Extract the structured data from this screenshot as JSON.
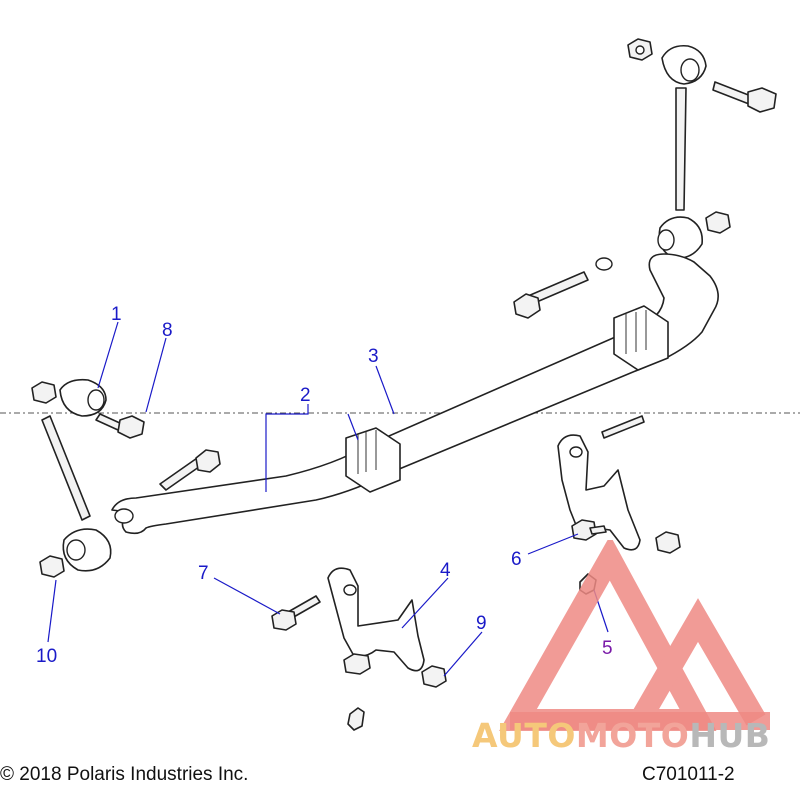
{
  "callouts": [
    {
      "id": "1",
      "label": "1"
    },
    {
      "id": "2",
      "label": "2"
    },
    {
      "id": "3",
      "label": "3"
    },
    {
      "id": "4",
      "label": "4"
    },
    {
      "id": "5",
      "label": "5"
    },
    {
      "id": "6",
      "label": "6"
    },
    {
      "id": "7",
      "label": "7"
    },
    {
      "id": "8",
      "label": "8"
    },
    {
      "id": "9",
      "label": "9"
    },
    {
      "id": "10",
      "label": "10"
    }
  ],
  "footer": {
    "copyright": "© 2018 Polaris Industries Inc.",
    "drawing_number": "C701011-2"
  },
  "watermark": {
    "brand_part1": "AUTO",
    "brand_part2": "MOTO",
    "brand_part3": "HUB",
    "colors": {
      "auto": "#f5c87a",
      "moto": "#f2a49a",
      "hub": "#b8b8b8",
      "triangle": "#ef8a84"
    }
  },
  "colors": {
    "callout": "#1a1ac8",
    "line": "#222222"
  }
}
